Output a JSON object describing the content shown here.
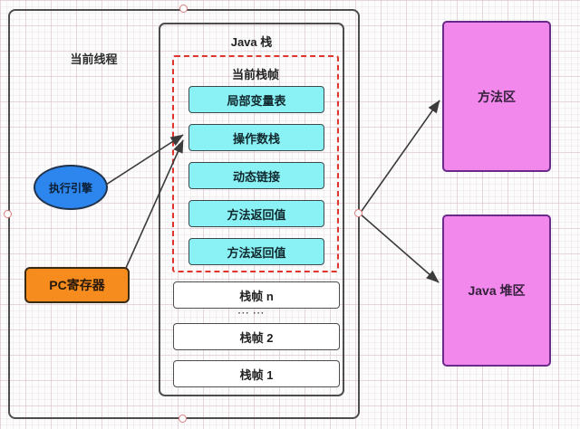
{
  "thread": {
    "label": "当前线程"
  },
  "java_stack": {
    "title": "Java 栈",
    "current_frame": {
      "title": "当前栈帧",
      "slots": [
        "局部变量表",
        "操作数栈",
        "动态链接",
        "方法返回值",
        "方法返回值"
      ]
    },
    "frames": [
      "栈帧 n",
      "栈帧 2",
      "栈帧 1"
    ],
    "ellipsis": "··· ···"
  },
  "execution_engine": {
    "label": "执行引擎"
  },
  "pc_register": {
    "label": "PC寄存器"
  },
  "method_area": {
    "label": "方法区"
  },
  "java_heap": {
    "label": "Java 堆区"
  },
  "colors": {
    "container_border": "#4d4d4d",
    "dashed_frame_red": "#e0352f",
    "slot_cyan": "#8af2f4",
    "engine_blue": "#2c86ee",
    "pc_orange": "#f78c1e",
    "memory_pink": "#f287ec",
    "memory_border_purple": "#6b2a8a",
    "arrow": "#3b3b3b"
  }
}
